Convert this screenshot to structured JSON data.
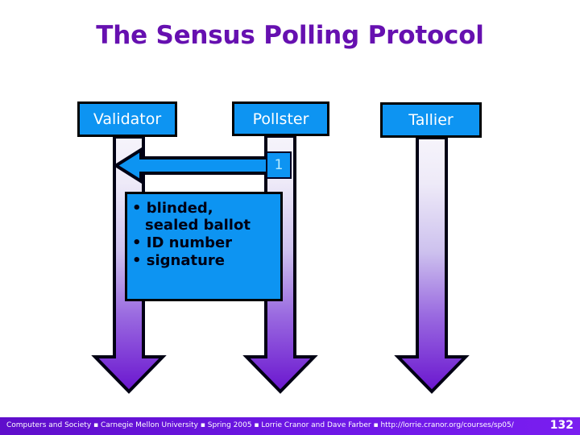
{
  "slide": {
    "title": "The Sensus Polling Protocol",
    "title_color": "#6610b0",
    "background_color": "#ffffff"
  },
  "diagram": {
    "accent_blue": "#0d94f2",
    "lifeline_gradient_from": "#f4f2fa",
    "lifeline_gradient_to": "#6a15cf",
    "roles": [
      {
        "id": "validator",
        "label": "Validator"
      },
      {
        "id": "pollster",
        "label": "Pollster"
      },
      {
        "id": "tallier",
        "label": "Tallier"
      }
    ],
    "messages": [
      {
        "step": "1",
        "from": "pollster",
        "to": "validator",
        "direction": "left",
        "details": [
          "blinded,\nsealed ballot",
          "ID number",
          "signature"
        ]
      }
    ]
  },
  "footer": {
    "text": "Computers and Society  ▪  Carnegie Mellon University  ▪  Spring 2005  ▪  Lorrie Cranor and Dave Farber  ▪  http://lorrie.cranor.org/courses/sp05/",
    "page_number": "132",
    "bar_color": "#6610d8"
  }
}
